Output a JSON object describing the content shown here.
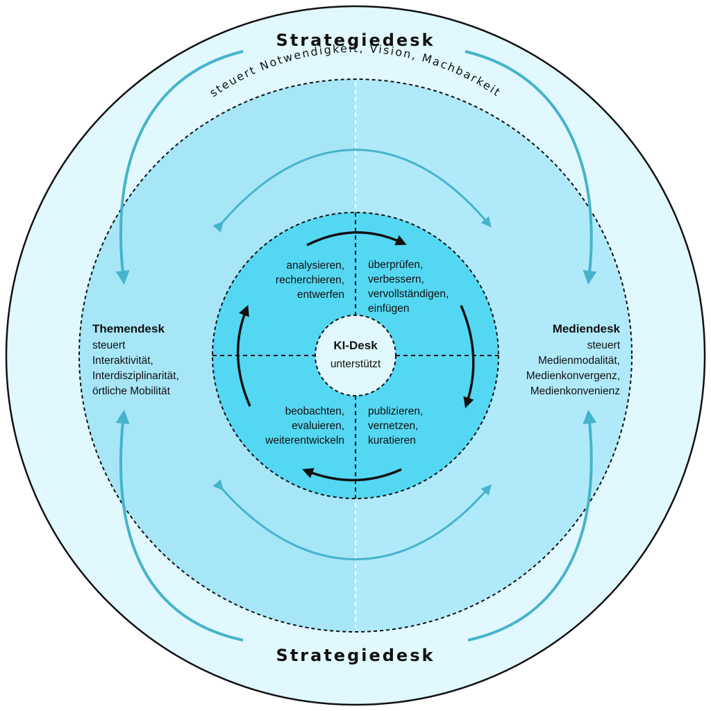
{
  "strategie": {
    "title_top": "Strategiedesk",
    "title_bottom": "Strategiedesk",
    "arc_text": "steuert Notwendigkeit, Vision, Machbarkeit"
  },
  "themen": {
    "title": "Themendesk",
    "lines": [
      "steuert",
      "Interaktivität,",
      "Interdisziplinarität,",
      "örtliche Mobilität"
    ]
  },
  "medien": {
    "title": "Mediendesk",
    "lines": [
      "steuert",
      "Medienmodalität,",
      "Medienkonvergenz,",
      "Medienkonvenienz"
    ]
  },
  "ki": {
    "title": "KI-Desk",
    "subtitle": "unterstützt"
  },
  "quadrants": {
    "top_left": [
      "analysieren,",
      "recherchieren,",
      "entwerfen"
    ],
    "top_right": [
      "überprüfen,",
      "verbessern,",
      "vervollständigen,",
      "einfügen"
    ],
    "bottom_left": [
      "beobachten,",
      "evaluieren,",
      "weiterentwickeln"
    ],
    "bottom_right": [
      "publizieren,",
      "vernetzen,",
      "kuratieren"
    ]
  },
  "colors": {
    "outer_fill": "#e0f8fe",
    "left_fill": "#a6e6f7",
    "right_fill": "#b0eafa",
    "inner_fill": "#54d7f2",
    "arrow_blue": "#46b3cc",
    "stroke": "#111111"
  }
}
